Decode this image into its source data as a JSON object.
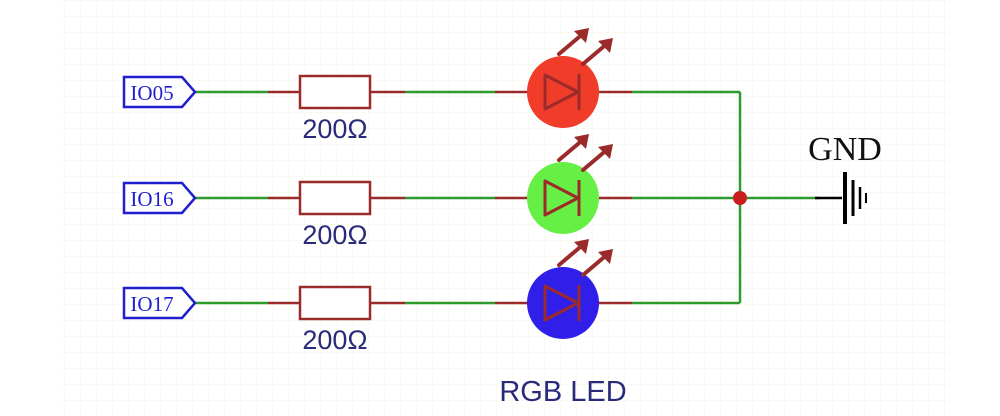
{
  "diagram": {
    "caption": "RGB LED",
    "ground_label": "GND",
    "colors": {
      "wire": "#2e9b2e",
      "lead": "#9b2b2b",
      "port": "#1f1fcf",
      "grid": "#f5f7e6",
      "text_blue": "#2a2a7a",
      "junction": "#c81e1e"
    },
    "channels": [
      {
        "port": "IO05",
        "resistor": "200Ω",
        "led_color": "#f03c28",
        "led_name": "red"
      },
      {
        "port": "IO16",
        "resistor": "200Ω",
        "led_color": "#66ef44",
        "led_name": "green"
      },
      {
        "port": "IO17",
        "resistor": "200Ω",
        "led_color": "#2f1fe8",
        "led_name": "blue"
      }
    ]
  }
}
